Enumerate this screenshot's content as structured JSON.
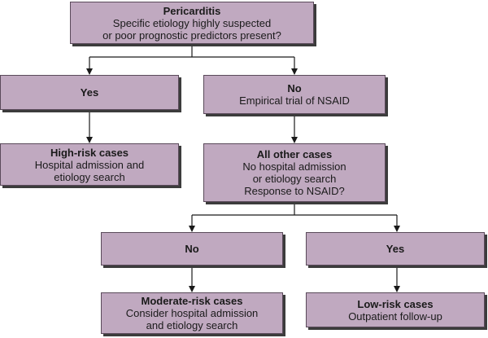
{
  "nodes": {
    "pericarditis": {
      "title": "Pericarditis",
      "lines": [
        "Specific etiology highly suspected",
        "or poor prognostic predictors present?"
      ]
    },
    "yes_top": {
      "title": "Yes",
      "lines": []
    },
    "no_top": {
      "title": "No",
      "lines": [
        "Empirical trial of NSAID"
      ]
    },
    "high_risk": {
      "title": "High-risk cases",
      "lines": [
        "Hospital admission and",
        "etiology search"
      ]
    },
    "all_other": {
      "title": "All other cases",
      "lines": [
        "No hospital admission",
        "or etiology search",
        "Response to NSAID?"
      ]
    },
    "no_bottom": {
      "title": "No",
      "lines": []
    },
    "yes_bottom": {
      "title": "Yes",
      "lines": []
    },
    "moderate_risk": {
      "title": "Moderate-risk cases",
      "lines": [
        "Consider hospital admission",
        "and etiology search"
      ]
    },
    "low_risk": {
      "title": "Low-risk cases",
      "lines": [
        "Outpatient follow-up"
      ]
    }
  },
  "colors": {
    "box_fill": "#c0a9c0",
    "box_shadow": "#3c3c3c",
    "line": "#1a1a1a"
  }
}
